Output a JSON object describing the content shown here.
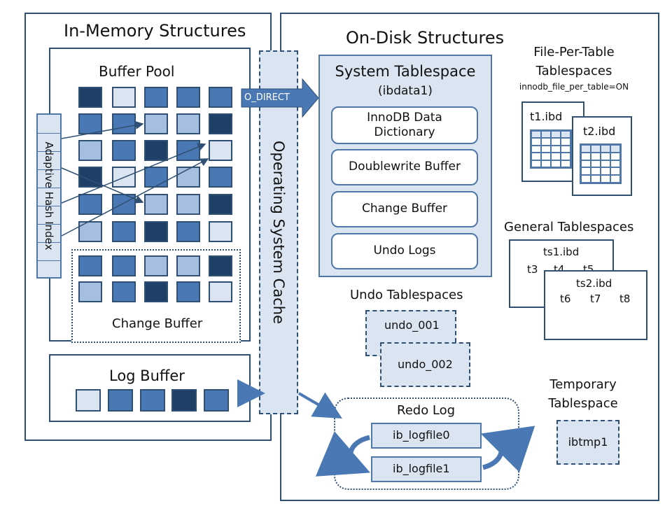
{
  "colors": {
    "dark": "#1f3f66",
    "mid": "#4a78b4",
    "light": "#a6bfe0",
    "pale": "#dbe5f1",
    "outline": "#2f4f73"
  },
  "in_memory": {
    "title": "In-Memory Structures",
    "buffer_pool": {
      "title": "Buffer Pool",
      "grid": [
        [
          "dark",
          "pale",
          "mid",
          "mid",
          "mid"
        ],
        [
          "mid",
          "mid",
          "light",
          "light",
          "dark"
        ],
        [
          "light",
          "mid",
          "dark",
          "mid",
          "pale"
        ],
        [
          "dark",
          "pale",
          "mid",
          "light",
          "mid"
        ],
        [
          "mid",
          "mid",
          "light",
          "light",
          "dark"
        ],
        [
          "light",
          "mid",
          "dark",
          "mid",
          "pale"
        ]
      ],
      "change_buffer_grid": [
        [
          "mid",
          "mid",
          "light",
          "light",
          "dark"
        ],
        [
          "light",
          "mid",
          "dark",
          "mid",
          "pale"
        ]
      ],
      "change_buffer_label": "Change Buffer"
    },
    "adaptive_hash_index": "Adaptive Hash Index",
    "log_buffer": {
      "title": "Log Buffer",
      "cells": [
        "pale",
        "mid",
        "mid",
        "dark",
        "mid"
      ]
    }
  },
  "os_cache": {
    "label": "Operating System Cache",
    "o_direct": "O_DIRECT"
  },
  "on_disk": {
    "title": "On-Disk Structures",
    "system_tablespace": {
      "title": "System Tablespace",
      "subtitle": "(ibdata1)",
      "items": [
        "InnoDB Data Dictionary",
        "Doublewrite Buffer",
        "Change Buffer",
        "Undo Logs"
      ]
    },
    "file_per_table": {
      "title_line1": "File-Per-Table",
      "title_line2": "Tablespaces",
      "setting": "innodb_file_per_table=ON",
      "files": [
        "t1.ibd",
        "t2.ibd"
      ]
    },
    "general_tablespaces": {
      "title": "General Tablespaces",
      "ts1": {
        "name": "ts1.ibd",
        "tables": [
          "t3",
          "t4",
          "t5"
        ]
      },
      "ts2": {
        "name": "ts2.ibd",
        "tables": [
          "t6",
          "t7",
          "t8"
        ]
      }
    },
    "undo_tablespaces": {
      "title": "Undo Tablespaces",
      "files": [
        "undo_001",
        "undo_002"
      ]
    },
    "redo_log": {
      "title": "Redo Log",
      "files": [
        "ib_logfile0",
        "ib_logfile1"
      ]
    },
    "temporary_tablespace": {
      "title_line1": "Temporary",
      "title_line2": "Tablespace",
      "file": "ibtmp1"
    }
  }
}
